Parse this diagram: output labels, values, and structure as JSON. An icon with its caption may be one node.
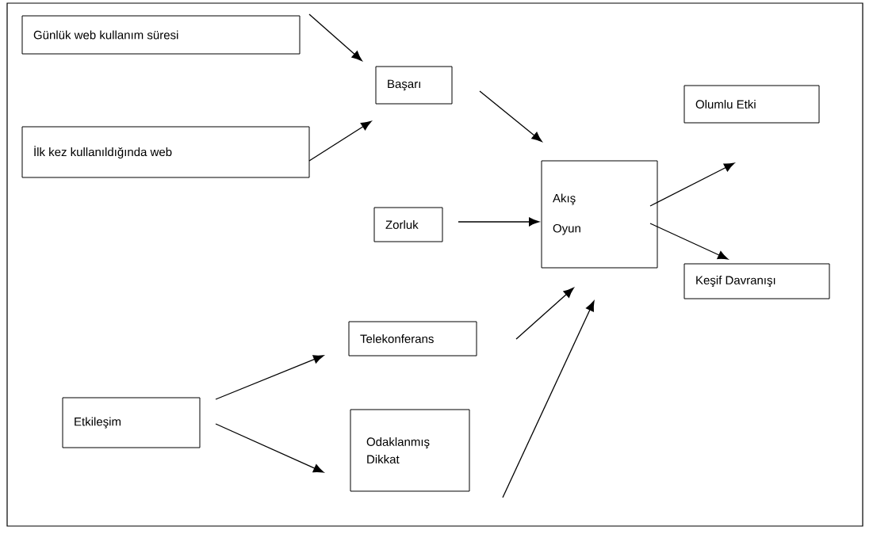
{
  "diagram": {
    "nodes": [
      {
        "text": [
          "Günlük web kullanım süresi"
        ]
      },
      {
        "text": [
          "İlk kez kullanıldığında web"
        ]
      },
      {
        "text": [
          "Başarı"
        ]
      },
      {
        "text": [
          "Zorluk"
        ]
      },
      {
        "text": [
          "Akış",
          "Oyun"
        ]
      },
      {
        "text": [
          "Olumlu Etki"
        ]
      },
      {
        "text": [
          "Keşif Davranışı"
        ]
      },
      {
        "text": [
          "Telekonferans"
        ]
      },
      {
        "text": [
          "Etkileşim"
        ]
      },
      {
        "text": [
          "Odaklanmış Dikkat"
        ]
      }
    ],
    "edges": [
      {
        "from": 0,
        "to": 2,
        "arrow": "to"
      },
      {
        "from": 1,
        "to": 2,
        "arrow": "to"
      },
      {
        "from": 2,
        "to": 4,
        "arrow": "to"
      },
      {
        "from": 3,
        "to": 4,
        "arrow": "to"
      },
      {
        "from": 4,
        "to": 5,
        "arrow": "to"
      },
      {
        "from": 4,
        "to": 6,
        "arrow": "to"
      },
      {
        "from": 7,
        "to": 4,
        "arrow": "to"
      },
      {
        "from": 9,
        "to": 4,
        "arrow": "to"
      },
      {
        "from": 8,
        "to": 7,
        "arrow": "to"
      },
      {
        "from": 8,
        "to": 9,
        "arrow": "to"
      }
    ]
  }
}
